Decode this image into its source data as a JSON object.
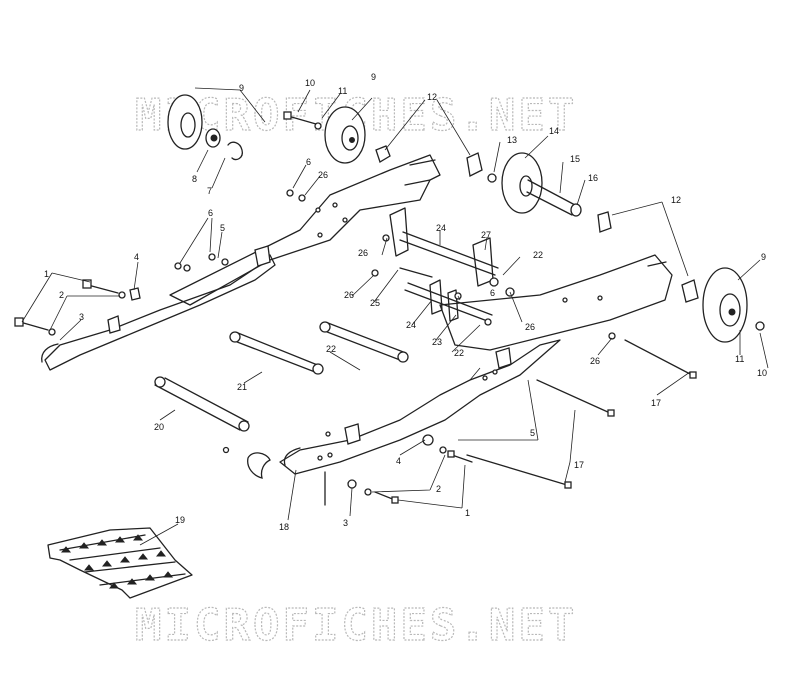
{
  "watermarks": [
    "MICROFICHES.NET",
    "MICROFICHES.NET"
  ],
  "callouts": [
    {
      "id": "c9a",
      "label": "9"
    },
    {
      "id": "c10a",
      "label": "10"
    },
    {
      "id": "c11a",
      "label": "11"
    },
    {
      "id": "c9b",
      "label": "9"
    },
    {
      "id": "c12a",
      "label": "12"
    },
    {
      "id": "c13",
      "label": "13"
    },
    {
      "id": "c14",
      "label": "14"
    },
    {
      "id": "c15",
      "label": "15"
    },
    {
      "id": "c16",
      "label": "16"
    },
    {
      "id": "c8",
      "label": "8"
    },
    {
      "id": "c7",
      "label": "7"
    },
    {
      "id": "c6a",
      "label": "6"
    },
    {
      "id": "c26a",
      "label": "26"
    },
    {
      "id": "c6b",
      "label": "6"
    },
    {
      "id": "c5a",
      "label": "5"
    },
    {
      "id": "c4a",
      "label": "4"
    },
    {
      "id": "c1a",
      "label": "1"
    },
    {
      "id": "c2a",
      "label": "2"
    },
    {
      "id": "c3a",
      "label": "3"
    },
    {
      "id": "c24a",
      "label": "24"
    },
    {
      "id": "c27",
      "label": "27"
    },
    {
      "id": "c22a",
      "label": "22"
    },
    {
      "id": "c26b",
      "label": "26"
    },
    {
      "id": "c26c",
      "label": "26"
    },
    {
      "id": "c25",
      "label": "25"
    },
    {
      "id": "c6c",
      "label": "6"
    },
    {
      "id": "c24b",
      "label": "24"
    },
    {
      "id": "c23",
      "label": "23"
    },
    {
      "id": "c22b",
      "label": "22"
    },
    {
      "id": "c26d",
      "label": "26"
    },
    {
      "id": "c12b",
      "label": "12"
    },
    {
      "id": "c9c",
      "label": "9"
    },
    {
      "id": "c11b",
      "label": "11"
    },
    {
      "id": "c10b",
      "label": "10"
    },
    {
      "id": "c26e",
      "label": "26"
    },
    {
      "id": "c22c",
      "label": "22"
    },
    {
      "id": "c21",
      "label": "21"
    },
    {
      "id": "c20",
      "label": "20"
    },
    {
      "id": "c17a",
      "label": "17"
    },
    {
      "id": "c5b",
      "label": "5"
    },
    {
      "id": "c17b",
      "label": "17"
    },
    {
      "id": "c4b",
      "label": "4"
    },
    {
      "id": "c2b",
      "label": "2"
    },
    {
      "id": "c1b",
      "label": "1"
    },
    {
      "id": "c3b",
      "label": "3"
    },
    {
      "id": "c18",
      "label": "18"
    },
    {
      "id": "c19",
      "label": "19"
    }
  ]
}
